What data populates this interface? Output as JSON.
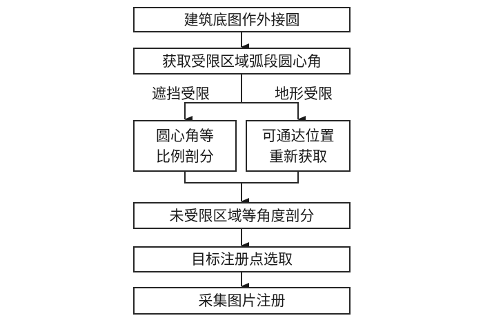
{
  "flowchart": {
    "steps": {
      "circumscribe": "建筑底图作外接圆",
      "get_arc_angle": "获取受限区域弧段圆心角",
      "proportional_split": [
        "圆心角等",
        "比例剖分"
      ],
      "reacquire_position": [
        "可通达位置",
        "重新获取"
      ],
      "equal_angle_split": "未受限区域等角度剖分",
      "select_points": "目标注册点选取",
      "capture_register": "采集图片注册"
    },
    "branch_labels": {
      "occlusion": "遮挡受限",
      "terrain": "地形受限"
    },
    "colors": {
      "line": "#262626",
      "background": "#ffffff"
    }
  }
}
